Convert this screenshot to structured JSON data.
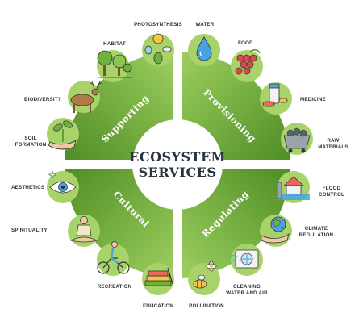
{
  "title": {
    "line1": "ECOSYSTEM",
    "line2": "SERVICES"
  },
  "sectors": {
    "supporting": "Supporting",
    "provisioning": "Provisioning",
    "cultural": "Cultural",
    "regulating": "Regulating"
  },
  "items": {
    "photosynthesis": "PHOTOSYNTHESIS",
    "water": "WATER",
    "habitat": "HABITAT",
    "food": "FOOD",
    "biodiversity": "BIODIVERSITY",
    "medicine": "MEDICINE",
    "soil_formation_1": "SOIL",
    "soil_formation_2": "FORMATION",
    "raw_materials_1": "RAW",
    "raw_materials_2": "MATERIALS",
    "aesthetics": "AESTHETICS",
    "flood_control_1": "FLOOD",
    "flood_control_2": "CONTROL",
    "spirituality": "SPIRITUALITY",
    "climate_regulation_1": "CLIMATE",
    "climate_regulation_2": "REGULATION",
    "recreation": "RECREATION",
    "cleaning_1": "CLEANING",
    "cleaning_2": "WATER AND AIR",
    "education": "EDUCATION",
    "pollination": "POLLINATION"
  },
  "colors": {
    "sector_light": "#8bc34a",
    "sector_dark": "#5e9a2c",
    "icon_bg": "#a8d26a",
    "text": "#2b3137"
  }
}
